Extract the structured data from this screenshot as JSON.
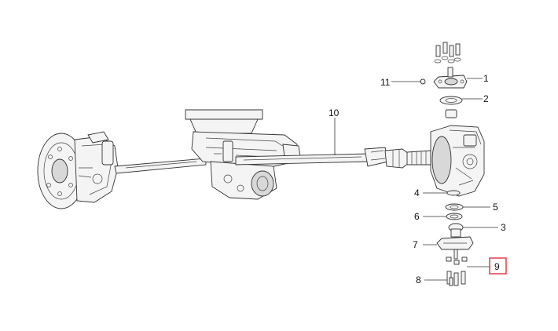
{
  "callouts": {
    "c1": "1",
    "c2": "2",
    "c3": "3",
    "c4": "4",
    "c5": "5",
    "c6": "6",
    "c7": "7",
    "c8": "8",
    "c9": "9",
    "c10": "10",
    "c11": "11"
  },
  "highlight": {
    "callout": "9",
    "color": "#e0303a"
  },
  "colors": {
    "line": "#333333",
    "fill": "#f4f4f4",
    "background": "#ffffff"
  }
}
